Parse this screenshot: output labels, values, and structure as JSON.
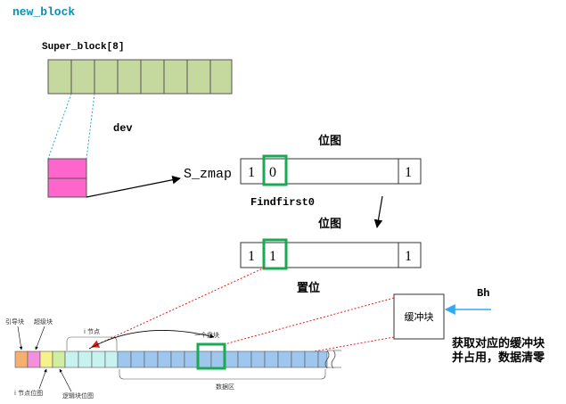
{
  "title": "new_block",
  "super_block_label": "Super_block[8]",
  "dev_label": "dev",
  "s_zmap_label": "S_zmap",
  "bitmap1": {
    "heading": "位图",
    "cells": [
      "1",
      "0"
    ],
    "last": "1"
  },
  "findfirst_label": "Findfirst0",
  "bitmap2": {
    "heading": "位图",
    "cells": [
      "1",
      "1"
    ],
    "last": "1"
  },
  "set_label": "置位",
  "bh_label": "Bh",
  "buffer_box_label": "缓冲块",
  "acquire_text": [
    "获取对应的缓冲块",
    "并占用，数据清零"
  ],
  "disk_labels": {
    "boot": "引导块",
    "super": "超级块",
    "inode": "i 节点",
    "one_block": "一个盘块",
    "inode_bitmap": "i 节点位图",
    "logic_bitmap": "逻辑块位图",
    "data_area": "数据区"
  },
  "colors": {
    "title": "#0a8fb0",
    "superblock_fill": "#c5d89e",
    "dev_fill": "#ff66cc",
    "highlight": "#1aaa55",
    "red_arrow": "#e02020",
    "blue_arrow": "#33aaee",
    "data_blocks": "#9fc7ee"
  }
}
